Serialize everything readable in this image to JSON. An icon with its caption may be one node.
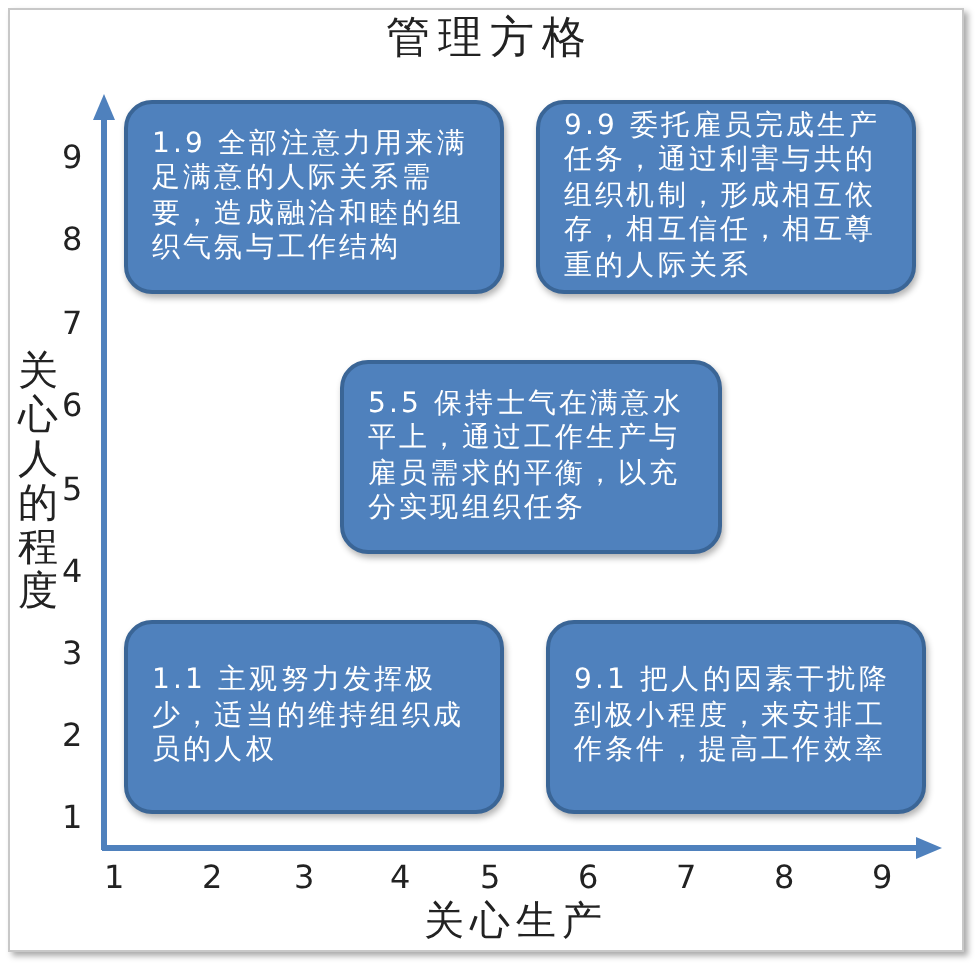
{
  "diagram": {
    "title": "管理方格",
    "nodes": [
      {
        "text": [
          "1.9 全部注意力用来满足满意的人际关系需要，造成融洽和睦的组织气氛与工作结构"
        ]
      },
      {
        "text": [
          "9.9 委托雇员完成生产任务，通过利害与共的组织机制，形成相互依存，相互信任，相互尊重的人际关系"
        ]
      },
      {
        "text": [
          "5.5 保持士气在满意水平上，通过工作生产与雇员需求的平衡，以充分实现组织任务"
        ]
      },
      {
        "text": [
          "1.1 主观努力发挥极少，适当的维持组织成员的人权"
        ]
      },
      {
        "text": [
          "9.1 把人的因素干扰降到极小程度，来安排工作条件，提高工作效率"
        ]
      }
    ],
    "labels": [
      "9",
      "8",
      "7",
      "6",
      "5",
      "4",
      "3",
      "2",
      "1",
      "关心人的程度",
      "1",
      "2",
      "3",
      "4",
      "5",
      "6",
      "7",
      "8",
      "9",
      "关心生产"
    ]
  }
}
